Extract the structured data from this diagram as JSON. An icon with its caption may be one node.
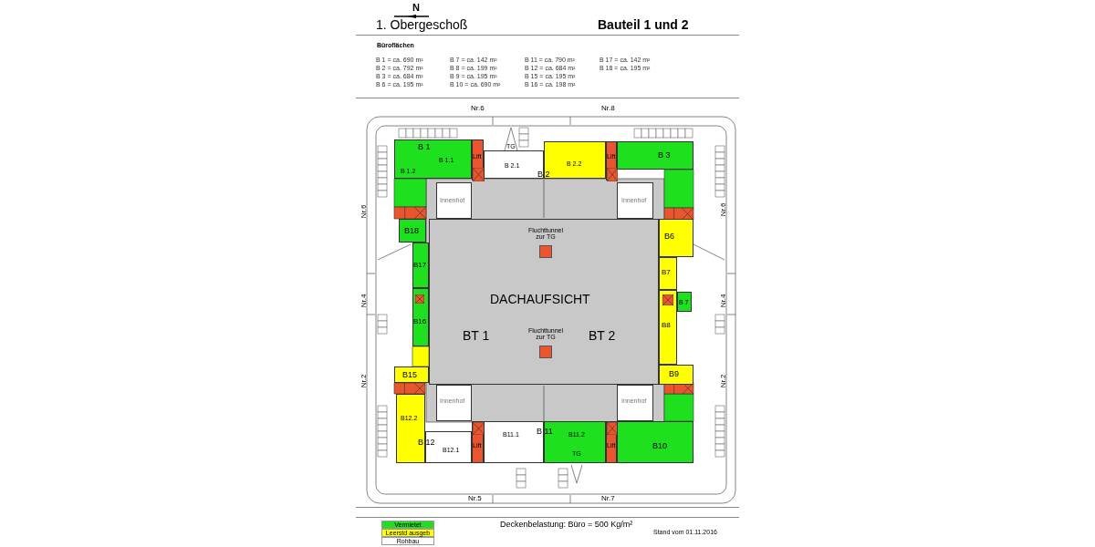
{
  "diagram": {
    "title": "1. Obergeschoß",
    "nodes": [
      {
        "text": [
          "B 1",
          "B 1.1",
          "B 1.2"
        ]
      },
      {
        "text": [
          "Lift"
        ]
      },
      {
        "text": [
          "B 2.1"
        ]
      },
      {
        "text": [
          "B 2.2"
        ]
      },
      {
        "text": [
          "Lift"
        ]
      },
      {
        "text": [
          "B 3"
        ]
      },
      {
        "text": [
          "Innenhof"
        ]
      },
      {
        "text": [
          "Innenhof"
        ]
      },
      {
        "text": [
          "B18"
        ]
      },
      {
        "text": [
          "B17"
        ]
      },
      {
        "text": [
          "B16"
        ]
      },
      {
        "text": [
          "B6"
        ]
      },
      {
        "text": [
          "B7"
        ]
      },
      {
        "text": [
          "B 7"
        ]
      },
      {
        "text": [
          "B8"
        ]
      },
      {
        "text": [
          "DACHAUFSICHT",
          "BT 1",
          "BT 2"
        ]
      },
      {
        "text": [
          "Fluchttunnel zur TG"
        ],
        "in": 15
      },
      {
        "text": [
          "Fluchttunnel zur TG"
        ],
        "in": 15
      },
      {
        "text": [
          "B15"
        ]
      },
      {
        "text": [
          "B9"
        ]
      },
      {
        "text": [
          "Innenhof"
        ]
      },
      {
        "text": [
          "Innenhof"
        ]
      },
      {
        "text": [
          "B12.2"
        ]
      },
      {
        "text": [
          "B12.1"
        ]
      },
      {
        "text": [
          "Lift"
        ]
      },
      {
        "text": [
          "B11.1"
        ]
      },
      {
        "text": [
          "B11.2"
        ]
      },
      {
        "text": [
          "Lift"
        ]
      },
      {
        "text": [
          "B10"
        ]
      }
    ],
    "labels": [
      "N",
      "Bauteil 1 und 2",
      "Büroflächen",
      "B 1 = ca. 690 m²",
      "B 7 = ca. 142 m²",
      "B 11 = ca. 790 m²",
      "B 17 = ca. 142 m²",
      "B 2 = ca. 792 m²",
      "B 8 = ca. 199 m²",
      "B 12 = ca. 684 m²",
      "B 18 = ca. 195 m²",
      "B 3 = ca. 684 m²",
      "B 9 = ca. 195 m²",
      "B 15 = ca. 195 m²",
      "B 6 = ca. 195 m²",
      "B 10 = ca. 690 m²",
      "B 16 = ca. 198 m²",
      "Nr.6",
      "Nr.8",
      "Nr.6",
      "Nr.4",
      "Nr.2",
      "Nr.6",
      "Nr.4",
      "Nr.2",
      "Nr.5",
      "Nr.7",
      "TG",
      "TG",
      "B 2",
      "B 11",
      "B 12",
      "Deckenbelastung:  Büro = 500 Kg/m²",
      "Stand vom 01.11.2016"
    ],
    "legend": [
      {
        "text": "Vermietet",
        "color": "#22dd22"
      },
      {
        "text": "Leerstd ausgeb",
        "color": "#ffff00"
      },
      {
        "text": "Rohbau",
        "color": "#ffffff"
      }
    ]
  }
}
